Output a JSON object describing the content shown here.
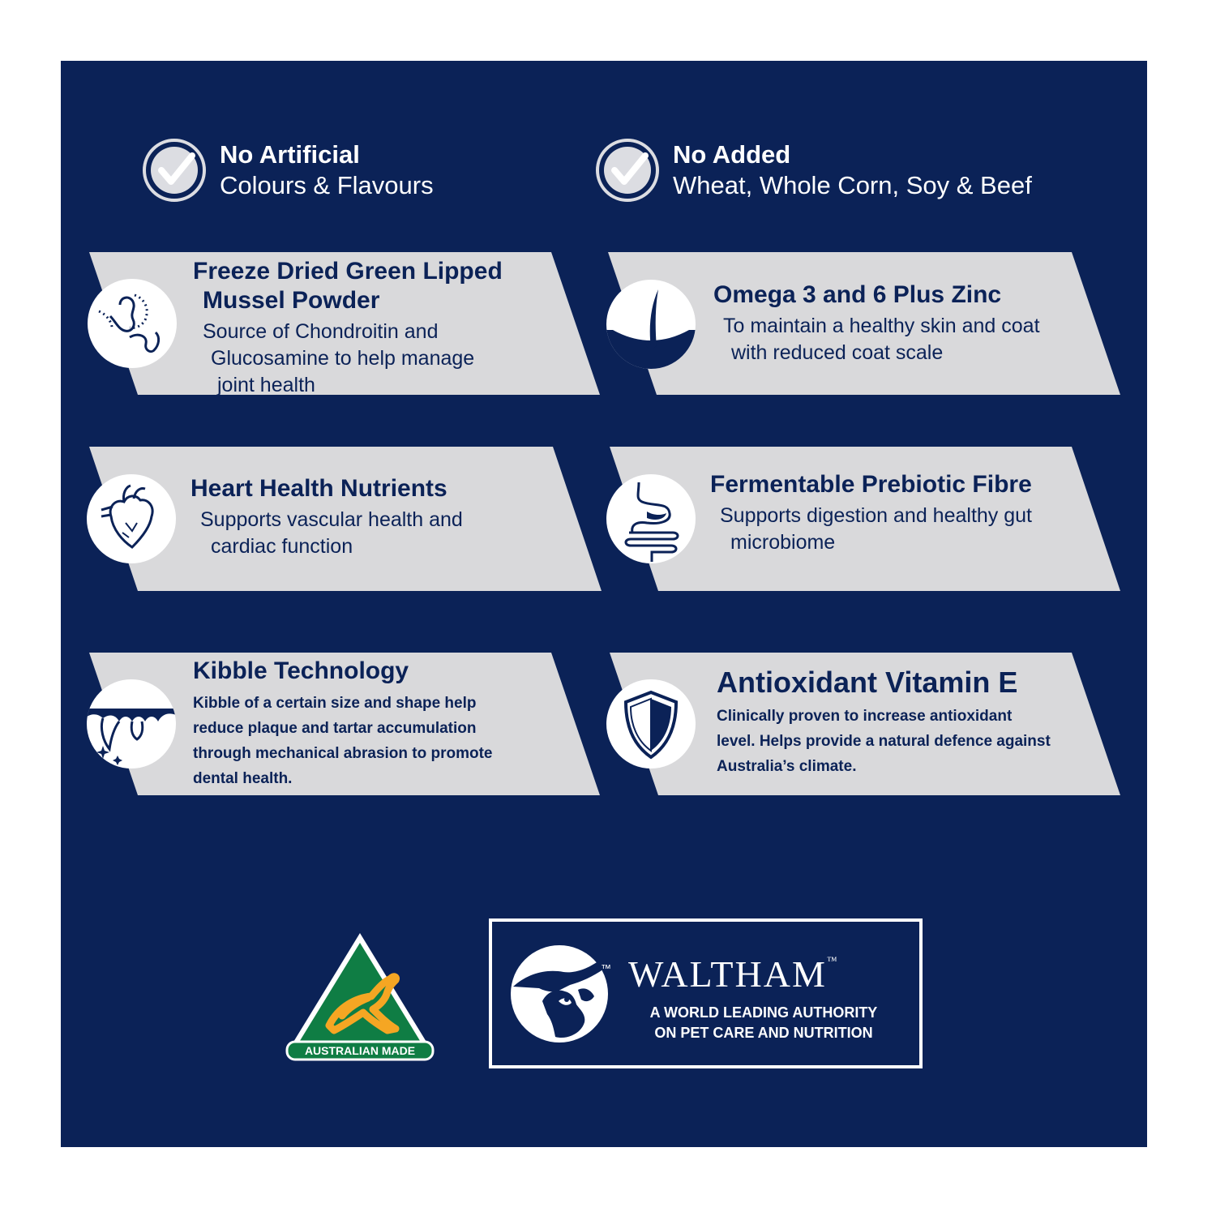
{
  "claims": [
    {
      "title": "No Artificial",
      "subtitle": "Colours & Flavours",
      "icon": "checkmark-icon"
    },
    {
      "title": "No Added",
      "subtitle": "Wheat, Whole Corn, Soy & Beef",
      "icon": "checkmark-icon"
    }
  ],
  "benefits": [
    {
      "title_lines": [
        "Freeze Dried Green Lipped",
        "Mussel Powder"
      ],
      "desc_lines": [
        "Source of Chondroitin and",
        "Glucosamine to help manage",
        "joint health"
      ],
      "icon": "joint-icon"
    },
    {
      "title_lines": [
        "Omega 3 and 6 Plus Zinc"
      ],
      "desc_lines": [
        "To maintain a healthy skin and coat",
        "with reduced coat scale"
      ],
      "icon": "hair-follicle-icon"
    },
    {
      "title_lines": [
        "Heart Health Nutrients"
      ],
      "desc_lines": [
        "Supports vascular health and",
        "cardiac function"
      ],
      "icon": "heart-icon"
    },
    {
      "title_lines": [
        "Fermentable Prebiotic Fibre"
      ],
      "desc_lines": [
        "Supports digestion and healthy gut",
        "microbiome"
      ],
      "icon": "stomach-intestine-icon"
    },
    {
      "title_lines": [
        "Kibble Technology"
      ],
      "desc_lines": [
        "Kibble of a certain size and shape help",
        "reduce plaque and tartar accumulation",
        "through mechanical abrasion to promote",
        "dental health."
      ],
      "icon": "teeth-icon"
    },
    {
      "title_lines": [
        "Antioxidant Vitamin E"
      ],
      "desc_lines": [
        "Clinically proven to increase antioxidant",
        "level. Helps provide a natural defence against",
        "Australia’s climate."
      ],
      "icon": "shield-icon"
    }
  ],
  "badges": {
    "australian_made": "AUSTRALIAN MADE",
    "waltham_name": "WALTHAM",
    "waltham_tm": "™",
    "waltham_tagline_1": "A WORLD LEADING AUTHORITY",
    "waltham_tagline_2": "ON PET CARE AND NUTRITION"
  },
  "colors": {
    "navy": "#0b2257",
    "band": "#d9d9db",
    "white": "#ffffff",
    "aus_green": "#0f7d44",
    "aus_gold": "#f5a623"
  }
}
